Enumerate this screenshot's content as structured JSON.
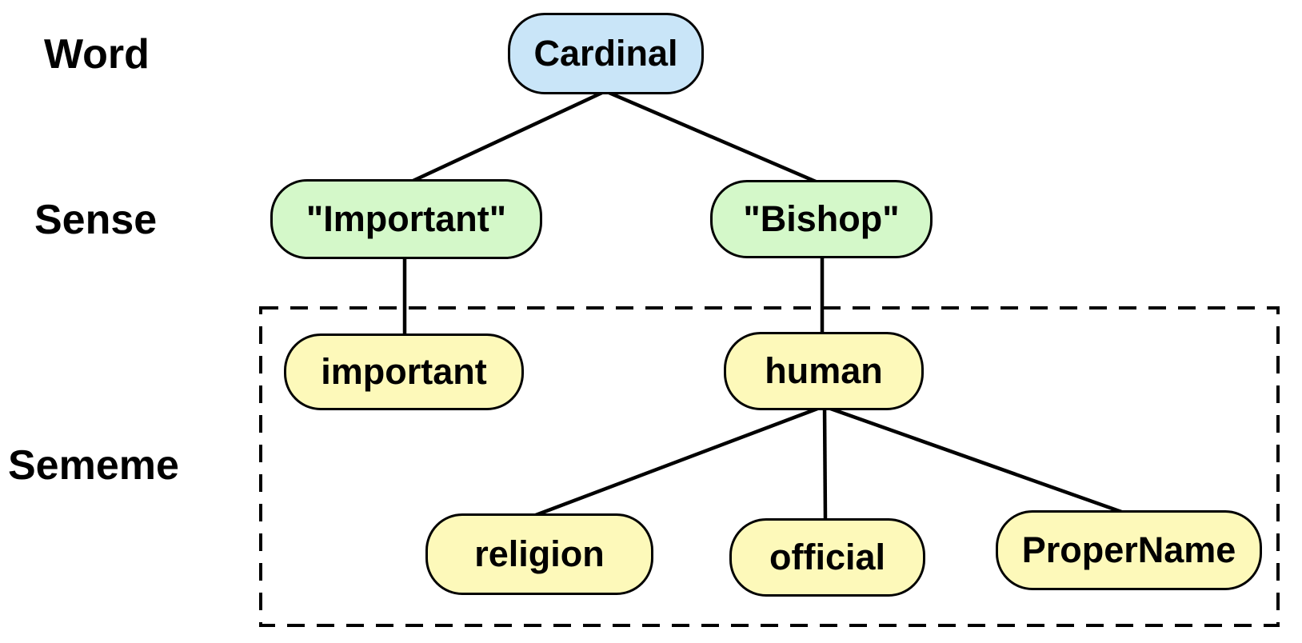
{
  "diagram_type": "tree",
  "row_labels": {
    "word": "Word",
    "sense": "Sense",
    "sememe": "Sememe"
  },
  "nodes": {
    "cardinal": {
      "label": "Cardinal",
      "level": "word"
    },
    "important_sense": {
      "label": "\"Important\"",
      "level": "sense"
    },
    "bishop_sense": {
      "label": "\"Bishop\"",
      "level": "sense"
    },
    "important_sememe": {
      "label": "important",
      "level": "sememe"
    },
    "human": {
      "label": "human",
      "level": "sememe"
    },
    "religion": {
      "label": "religion",
      "level": "sememe"
    },
    "official": {
      "label": "official",
      "level": "sememe"
    },
    "proper_name": {
      "label": "ProperName",
      "level": "sememe"
    }
  },
  "edges": [
    {
      "from": "Cardinal",
      "to": "\"Important\""
    },
    {
      "from": "Cardinal",
      "to": "\"Bishop\""
    },
    {
      "from": "\"Important\"",
      "to": "important"
    },
    {
      "from": "\"Bishop\"",
      "to": "human"
    },
    {
      "from": "human",
      "to": "religion"
    },
    {
      "from": "human",
      "to": "official"
    },
    {
      "from": "human",
      "to": "ProperName"
    }
  ],
  "groups": {
    "sememe_box": {
      "style": "dashed",
      "contains": [
        "important",
        "human",
        "religion",
        "official",
        "ProperName"
      ]
    }
  },
  "colors": {
    "word_fill": "#c9e5f8",
    "sense_fill": "#d4f8c9",
    "sememe_fill": "#fdf9ba",
    "stroke": "#000000",
    "text": "#000000",
    "background": "#ffffff"
  }
}
